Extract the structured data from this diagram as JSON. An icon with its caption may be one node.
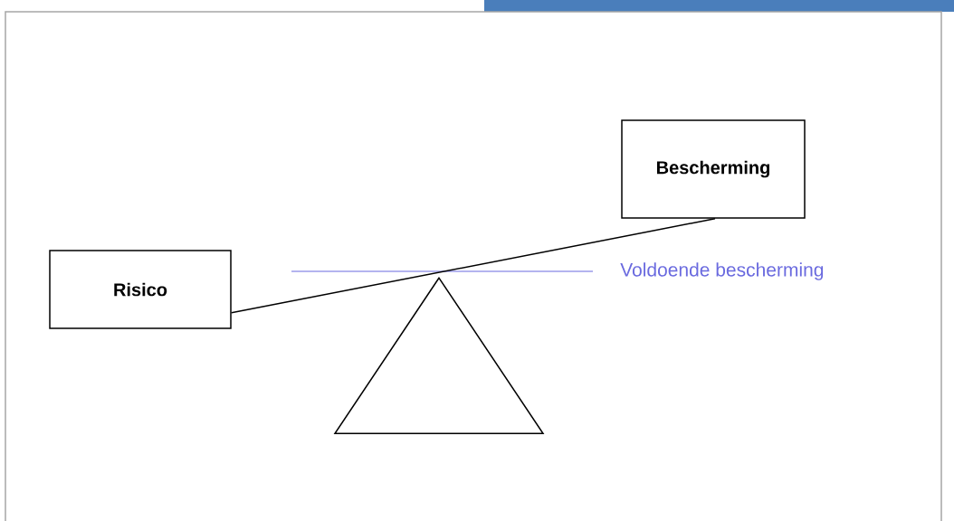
{
  "diagram": {
    "nodes": [
      {
        "text": [
          "Risico"
        ]
      },
      {
        "text": [
          "Bescherming"
        ]
      },
      {
        "text": [],
        "shape": "triangle"
      }
    ],
    "edges": [
      {
        "from": 0,
        "to": 1,
        "arrow": "none"
      }
    ],
    "labels": [
      "Voldoende bescherming"
    ]
  }
}
